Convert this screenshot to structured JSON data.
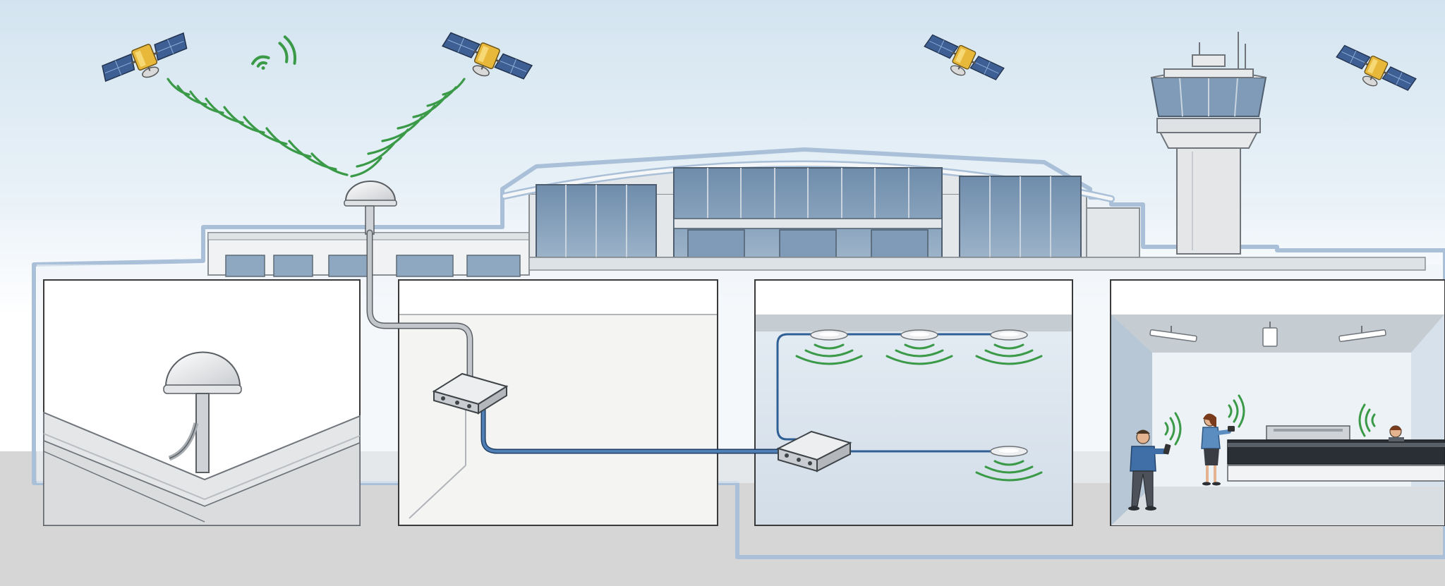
{
  "scene": {
    "colors": {
      "sky_top": "#d6e6f1",
      "sky_bottom": "#ffffff",
      "ground": "#d6d6d6",
      "signal": "#3a9a47",
      "cable_blue": "#2f5f95",
      "cable_gray": "#a8adb2",
      "glass": "#7f9bb8",
      "frame": "#9fb6cf",
      "outline": "#3a3a3a",
      "panel_accent": "#f4dc6a"
    },
    "icons": {
      "satellite": "satellite-icon",
      "gnss_antenna": "gnss-antenna-icon",
      "wifi": "wifi-icon",
      "control_tower": "control-tower-icon",
      "repeater": "repeater-box-icon",
      "indoor_antenna": "ceiling-antenna-icon",
      "person": "person-icon"
    },
    "satellite_count": 4,
    "panels": [
      {
        "id": "roof-antenna"
      },
      {
        "id": "cable-entry"
      },
      {
        "id": "indoor-distribution"
      },
      {
        "id": "terminal-users"
      }
    ]
  }
}
